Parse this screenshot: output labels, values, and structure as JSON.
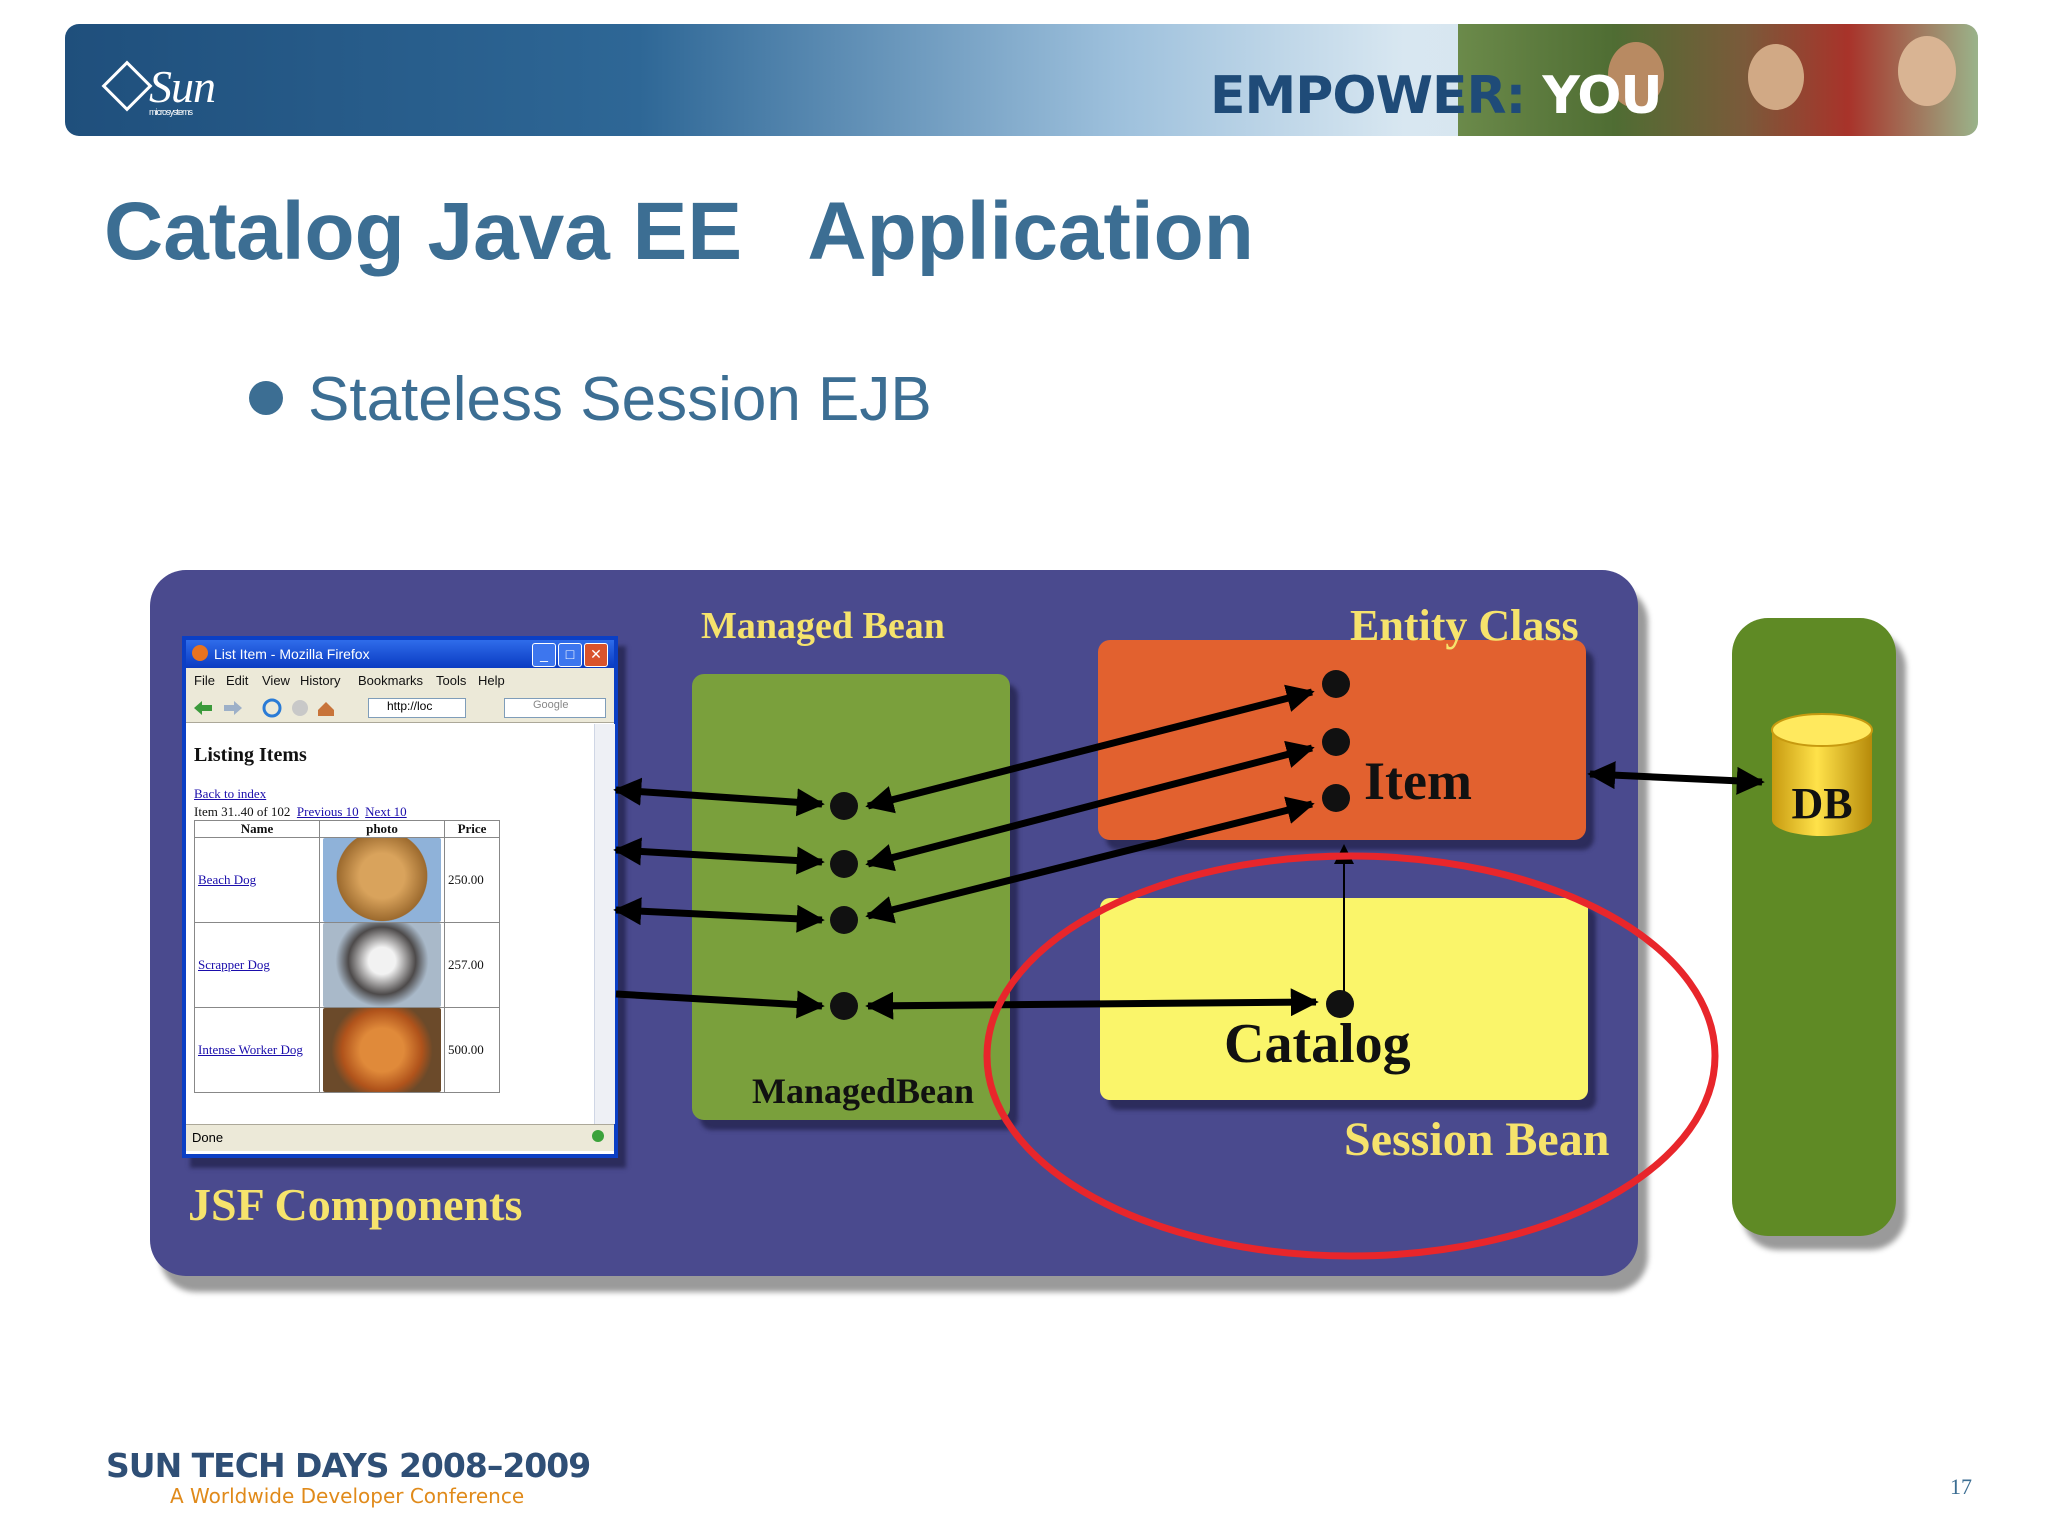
{
  "header": {
    "logo_text": "Sun",
    "logo_subtext": "microsystems",
    "empower_text": "EMPOWER:",
    "you_text": "YOU"
  },
  "slide": {
    "title": "Catalog Java EE   Application",
    "bullet": "Stateless Session EJB",
    "page_number": "17"
  },
  "diagram": {
    "managed_bean_label": "Managed Bean",
    "entity_class_label": "Entity Class",
    "session_bean_label": "Session Bean",
    "jsf_components_label": "JSF Components",
    "managed_bean_box": "ManagedBean",
    "item_box": "Item",
    "catalog_box": "Catalog",
    "db_label": "DB"
  },
  "browser": {
    "window_title": "List Item - Mozilla Firefox",
    "menu": [
      "File",
      "Edit",
      "View",
      "History",
      "Bookmarks",
      "Tools",
      "Help"
    ],
    "url": "http://loc",
    "search_placeholder": "Google",
    "heading": "Listing Items",
    "back_link": "Back to index",
    "item_range": "Item 31..40 of 102",
    "previous_link": "Previous 10",
    "next_link": "Next 10",
    "columns": [
      "Name",
      "photo",
      "Price"
    ],
    "rows": [
      {
        "name": "Beach Dog",
        "price": "250.00"
      },
      {
        "name": "Scrapper Dog",
        "price": "257.00"
      },
      {
        "name": "Intense Worker Dog",
        "price": "500.00"
      }
    ],
    "status": "Done"
  },
  "footer": {
    "conference_title": "SUN TECH DAYS 2008–2009",
    "conference_subtitle": "A Worldwide Developer Conference"
  },
  "colors": {
    "title_blue": "#3c6e93",
    "diagram_purple": "#4a4a8e",
    "managed_bean_green": "#7aa03c",
    "entity_orange": "#e2612f",
    "session_yellow": "#faf56a",
    "db_green": "#5f8a25",
    "highlight_red": "#e8262b",
    "label_yellow": "#f6e36c"
  }
}
